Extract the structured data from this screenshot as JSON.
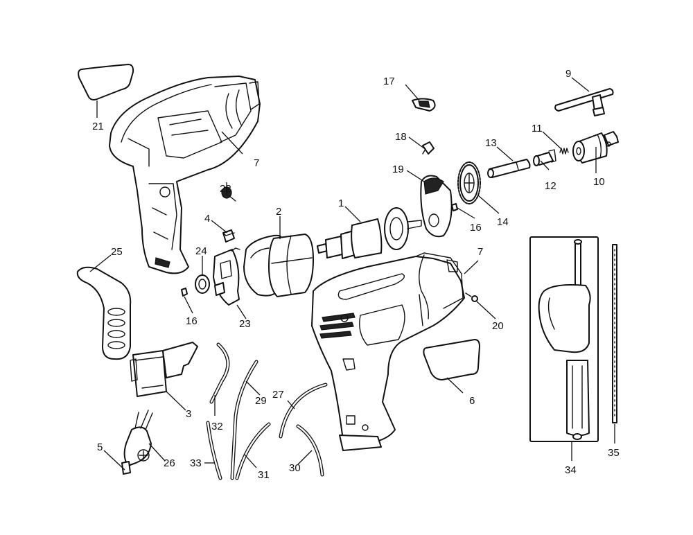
{
  "diagram": {
    "title": "Electric drill exploded parts diagram",
    "colors": {
      "line": "#111111",
      "background": "#ffffff"
    },
    "callouts": [
      {
        "id": "c1",
        "label": "1"
      },
      {
        "id": "c2",
        "label": "2"
      },
      {
        "id": "c3",
        "label": "3"
      },
      {
        "id": "c4",
        "label": "4"
      },
      {
        "id": "c5",
        "label": "5"
      },
      {
        "id": "c6",
        "label": "6"
      },
      {
        "id": "c7a",
        "label": "7"
      },
      {
        "id": "c7b",
        "label": "7"
      },
      {
        "id": "c9",
        "label": "9"
      },
      {
        "id": "c10",
        "label": "10"
      },
      {
        "id": "c11",
        "label": "11"
      },
      {
        "id": "c12",
        "label": "12"
      },
      {
        "id": "c13",
        "label": "13"
      },
      {
        "id": "c14",
        "label": "14"
      },
      {
        "id": "c16a",
        "label": "16"
      },
      {
        "id": "c16b",
        "label": "16"
      },
      {
        "id": "c17",
        "label": "17"
      },
      {
        "id": "c18",
        "label": "18"
      },
      {
        "id": "c19",
        "label": "19"
      },
      {
        "id": "c20",
        "label": "20"
      },
      {
        "id": "c21",
        "label": "21"
      },
      {
        "id": "c22",
        "label": "22"
      },
      {
        "id": "c23",
        "label": "23"
      },
      {
        "id": "c24",
        "label": "24"
      },
      {
        "id": "c25",
        "label": "25"
      },
      {
        "id": "c26",
        "label": "26"
      },
      {
        "id": "c27",
        "label": "27"
      },
      {
        "id": "c29",
        "label": "29"
      },
      {
        "id": "c30",
        "label": "30"
      },
      {
        "id": "c31",
        "label": "31"
      },
      {
        "id": "c32",
        "label": "32"
      },
      {
        "id": "c33",
        "label": "33"
      },
      {
        "id": "c34",
        "label": "34"
      },
      {
        "id": "c35",
        "label": "35"
      }
    ]
  }
}
